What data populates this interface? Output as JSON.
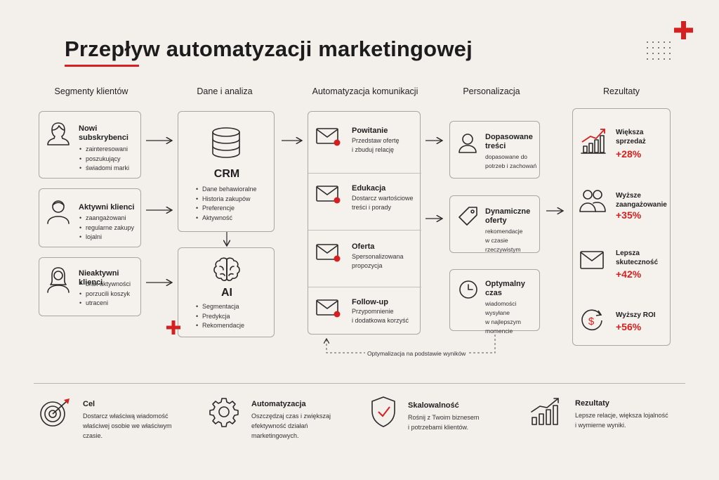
{
  "title": "Przepływ automatyzacji marketingowej",
  "columns": {
    "c1": "Segmenty klientów",
    "c2": "Dane i analiza",
    "c3": "Automatyzacja komunikacji",
    "c4": "Personalizacja",
    "c5": "Rezultaty"
  },
  "segments": [
    {
      "title": "Nowi subskrybenci",
      "bullets": [
        "zainteresowani",
        "poszukujący",
        "świadomi marki"
      ]
    },
    {
      "title": "Aktywni klienci",
      "bullets": [
        "zaangażowani",
        "regularne zakupy",
        "lojalni"
      ]
    },
    {
      "title": "Nieaktywni klienci",
      "bullets": [
        "brak aktywności",
        "porzucili koszyk",
        "utraceni"
      ]
    }
  ],
  "crm": {
    "label": "CRM",
    "bullets": [
      "Dane behawioralne",
      "Historia zakupów",
      "Preferencje",
      "Aktywność"
    ]
  },
  "ai": {
    "label": "AI",
    "bullets": [
      "Segmentacja",
      "Predykcja",
      "Rekomendacje"
    ]
  },
  "comms": [
    {
      "title": "Powitanie",
      "desc1": "Przedstaw ofertę",
      "desc2": "i zbuduj relację"
    },
    {
      "title": "Edukacja",
      "desc1": "Dostarcz wartościowe",
      "desc2": "treści i porady"
    },
    {
      "title": "Oferta",
      "desc1": "Spersonalizowana",
      "desc2": "propozycja"
    },
    {
      "title": "Follow-up",
      "desc1": "Przypomnienie",
      "desc2": "i dodatkowa korzyść"
    }
  ],
  "optimization_note": "Optymalizacja na podstawie wyników",
  "personalization": [
    {
      "title1": "Dopasowane",
      "title2": "treści",
      "desc1": "dopasowane do",
      "desc2": "potrzeb i zachowań"
    },
    {
      "title1": "Dynamiczne",
      "title2": "oferty",
      "desc1": "rekomendacje",
      "desc2": "w czasie rzeczywistym"
    },
    {
      "title1": "Optymalny",
      "title2": "czas",
      "desc1": "wiadomości wysyłane",
      "desc2": "w najlepszym",
      "desc3": "momencie"
    }
  ],
  "results": [
    {
      "line1": "Większa",
      "line2": "sprzedaż",
      "value": "+28%"
    },
    {
      "line1": "Wyższe",
      "line2": "zaangażowanie",
      "value": "+35%"
    },
    {
      "line1": "Lepsza",
      "line2": "skuteczność",
      "value": "+42%"
    },
    {
      "line1": "Wyższy ROI",
      "line2": "",
      "value": "+56%"
    }
  ],
  "bottom": [
    {
      "title": "Cel",
      "l1": "Dostarcz właściwą wiadomość",
      "l2": "właściwej osobie we właściwym",
      "l3": "czasie."
    },
    {
      "title": "Automatyzacja",
      "l1": "Oszczędzaj czas i zwiększaj",
      "l2": "efektywność działań",
      "l3": "marketingowych."
    },
    {
      "title": "Skalowalność",
      "l1": "Rośnij z Twoim biznesem",
      "l2": "i potrzebami klientów.",
      "l3": ""
    },
    {
      "title": "Rezultaty",
      "l1": "Lepsze relacje, większa lojalność",
      "l2": "i wymierne wyniki.",
      "l3": ""
    }
  ],
  "colors": {
    "accent": "#d42020",
    "background": "#f3efeb",
    "border": "#a9a6a3"
  }
}
